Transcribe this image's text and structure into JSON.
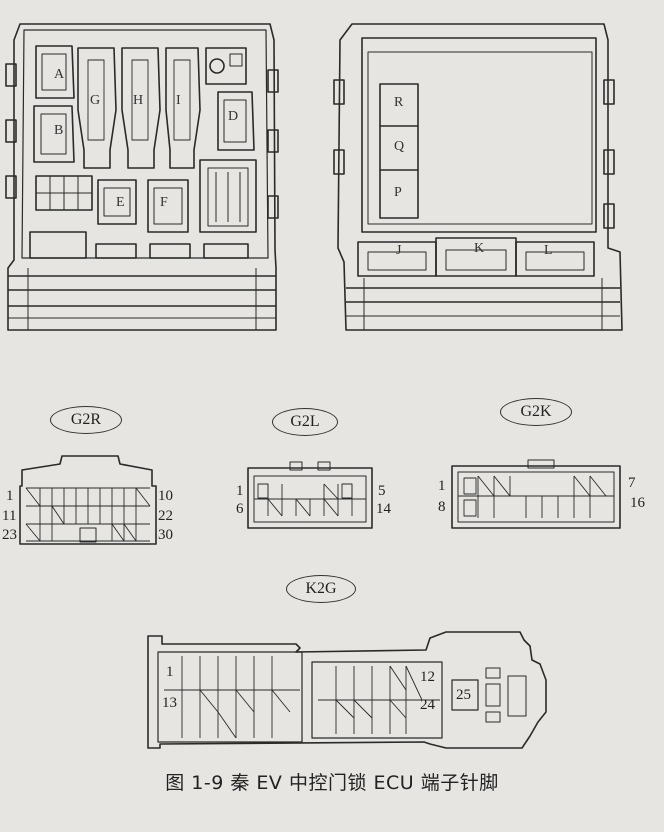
{
  "module_slots": {
    "left": [
      "A",
      "B",
      "G",
      "H",
      "I",
      "D",
      "E",
      "F"
    ],
    "right": [
      "R",
      "Q",
      "P",
      "J",
      "K",
      "L"
    ]
  },
  "connectors": {
    "g2r": {
      "name": "G2R",
      "pins": {
        "top_left": "1",
        "top_right": "10",
        "mid_left": "11",
        "mid_right": "22",
        "bot_left": "23",
        "bot_right": "30"
      }
    },
    "g2l": {
      "name": "G2L",
      "pins": {
        "top_left": "1",
        "top_right": "5",
        "bot_left": "6",
        "bot_right": "14"
      }
    },
    "g2k": {
      "name": "G2K",
      "pins": {
        "top_left": "1",
        "top_right": "7",
        "bot_left": "8",
        "bot_right": "16"
      }
    },
    "k2g": {
      "name": "K2G",
      "pins": {
        "first": "1",
        "second_row": "13",
        "row1_end": "12",
        "row2_end": "24",
        "single": "25"
      }
    }
  },
  "caption": "图 1-9    秦 EV 中控门锁 ECU 端子针脚"
}
